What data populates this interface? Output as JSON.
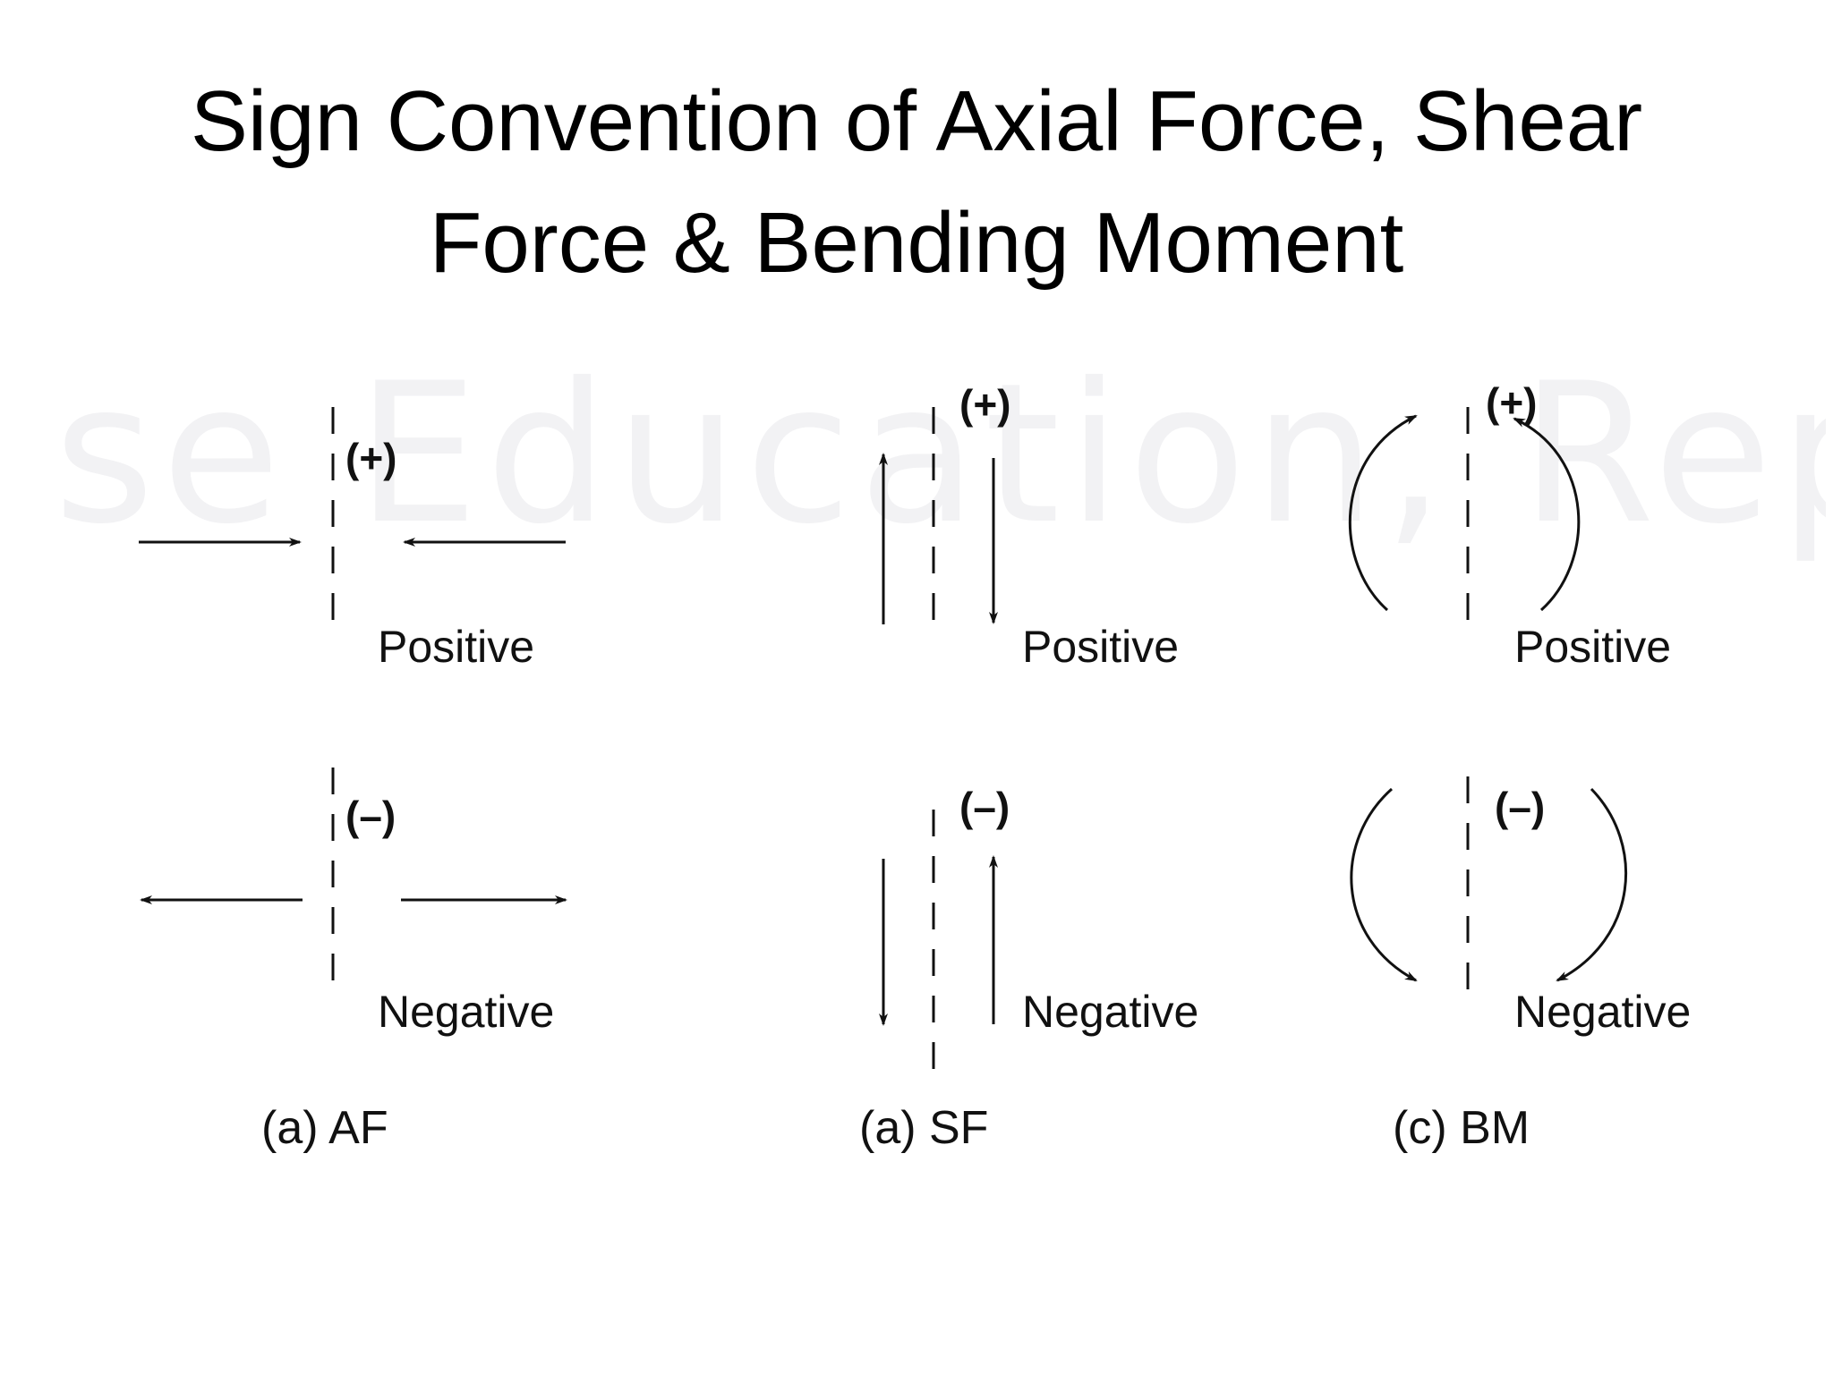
{
  "title": {
    "line1": "Sign Convention of Axial Force, Shear",
    "line2": "Force & Bending Moment"
  },
  "watermark": "se Education, Reprise Innov",
  "panels": {
    "af": {
      "pos_sign": "(+)",
      "pos_label": "Positive",
      "neg_sign": "(–)",
      "neg_label": "Negative",
      "caption": "(a) AF"
    },
    "sf": {
      "pos_sign": "(+)",
      "pos_label": "Positive",
      "neg_sign": "(–)",
      "neg_label": "Negative",
      "caption": "(a) SF"
    },
    "bm": {
      "pos_sign": "(+)",
      "pos_label": "Positive",
      "neg_sign": "(–)",
      "neg_label": "Negative",
      "caption": "(c) BM"
    }
  }
}
